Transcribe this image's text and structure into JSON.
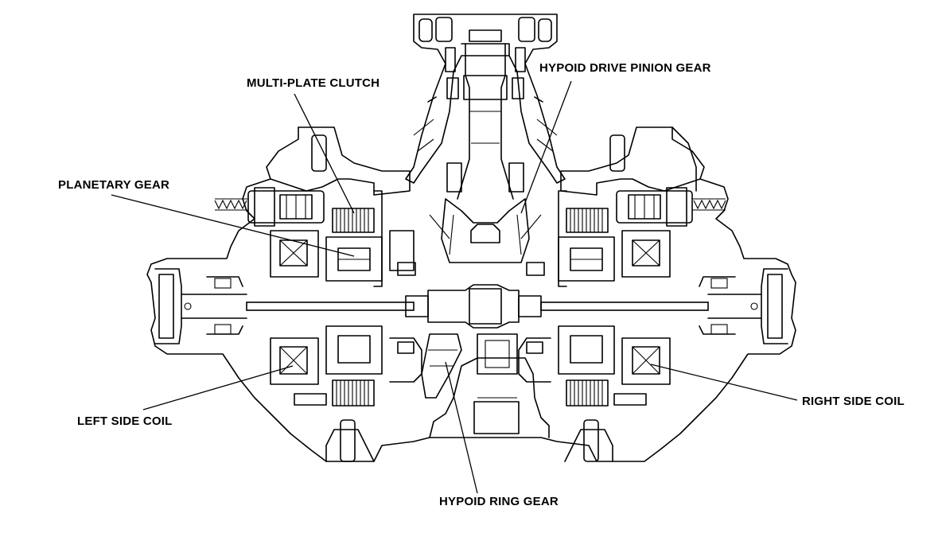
{
  "labels": {
    "multi_plate_clutch": "MULTI-PLATE CLUTCH",
    "hypoid_drive_pinion_gear": "HYPOID DRIVE PINION GEAR",
    "planetary_gear": "PLANETARY GEAR",
    "left_side_coil": "LEFT SIDE COIL",
    "right_side_coil": "RIGHT SIDE COIL",
    "hypoid_ring_gear": "HYPOID RING GEAR"
  },
  "colors": {
    "line": "#000000",
    "background": "#ffffff"
  }
}
